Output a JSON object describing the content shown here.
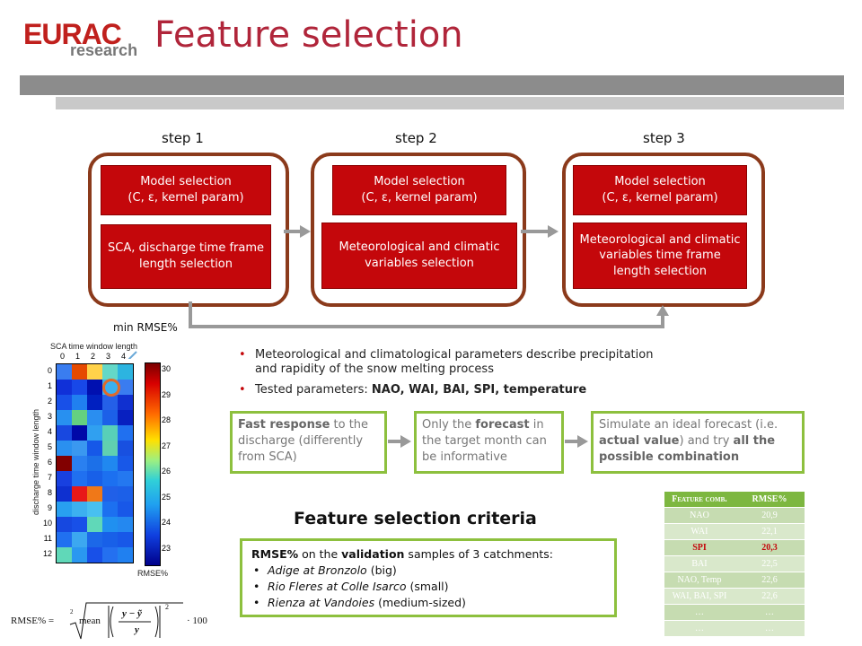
{
  "header": {
    "logo_main": "EURAC",
    "logo_sub": "research",
    "title": "Feature selection"
  },
  "steps": [
    {
      "label": "step 1",
      "model": "Model selection\n(C, ε, kernel param)",
      "feature": "SCA, discharge time frame length selection"
    },
    {
      "label": "step 2",
      "model": "Model selection\n(C, ε, kernel param)",
      "feature": "Meteorological and climatic variables selection"
    },
    {
      "label": "step 3",
      "model": "Model selection\n(C, ε, kernel param)",
      "feature": "Meteorological and climatic variables time frame length selection"
    }
  ],
  "min_label": "min RMSE%",
  "heatmap": {
    "title": "SCA time window length",
    "ylabel": "discharge time window length",
    "x_ticks": [
      "0",
      "1",
      "2",
      "3",
      "4"
    ],
    "y_ticks": [
      "0",
      "1",
      "2",
      "3",
      "4",
      "5",
      "6",
      "7",
      "8",
      "9",
      "10",
      "11",
      "12"
    ],
    "colorbar_ticks": [
      "30",
      "29",
      "28",
      "27",
      "26",
      "25",
      "24",
      "23"
    ],
    "colorbar_label": "RMSE%",
    "colors": {
      "low": "#0000b8",
      "mid": "#26b8f0",
      "high": "#b80000"
    },
    "cells": [
      [
        "#3a7df0",
        "#e64a00",
        "#ffd24a",
        "#64d8c8",
        "#2cb4e0"
      ],
      [
        "#1030d8",
        "#1848e8",
        "#0010b0",
        "#3ab0f0",
        "#3a7cf0"
      ],
      [
        "#1850e8",
        "#2080f0",
        "#0020c0",
        "#2460e8",
        "#1030d0"
      ],
      [
        "#2890f0",
        "#64d080",
        "#2a8ef0",
        "#1c60e8",
        "#0820c0"
      ],
      [
        "#1848e0",
        "#0008a8",
        "#30a0f0",
        "#58d0b8",
        "#2070f0"
      ],
      [
        "#2a90f0",
        "#3a98f0",
        "#1658e8",
        "#60d0b0",
        "#1850e0"
      ],
      [
        "#820000",
        "#2a80f0",
        "#1c70e8",
        "#2088f0",
        "#1858e8"
      ],
      [
        "#1840e0",
        "#2070f0",
        "#1860e8",
        "#1c70f0",
        "#2478f0"
      ],
      [
        "#0e30d0",
        "#e81818",
        "#f07818",
        "#2060e8",
        "#1c60e8"
      ],
      [
        "#28a0f0",
        "#3cb0f0",
        "#48c0f0",
        "#1c70f0",
        "#1858e8"
      ],
      [
        "#1648e0",
        "#1850e8",
        "#60d8b8",
        "#2090f0",
        "#2488f0"
      ],
      [
        "#2070f0",
        "#3ca8f0",
        "#1c68e8",
        "#1860e8",
        "#1858e8"
      ],
      [
        "#60d8b8",
        "#2a98f0",
        "#1850e8",
        "#2470f0",
        "#2080f0"
      ]
    ],
    "marked_cell": "row 1, col 3"
  },
  "bullets": [
    {
      "text": "Meteorological and climatological parameters describe precipitation and rapidity of the snow melting process"
    },
    {
      "prefix": "Tested parameters: ",
      "bold": "NAO, WAI, BAI, SPI, temperature"
    }
  ],
  "green_boxes": [
    {
      "bold": "Fast response",
      "rest": " to the discharge (differently from SCA)"
    },
    {
      "pre": "Only the ",
      "bold": "forecast",
      "rest": " in the target month can be informative"
    },
    {
      "pre": "Simulate an ideal forecast (i.e. ",
      "bold": "actual value",
      "mid": ") and try ",
      "bold2": "all the possible combination"
    }
  ],
  "criteria": {
    "title": "Feature selection criteria",
    "intro_bold1": "RMSE%",
    "intro_mid": " on the ",
    "intro_bold2": "validation",
    "intro_rest": " samples of 3 catchments:",
    "items": [
      {
        "italic": "Adige at Bronzolo",
        "rest": " (big)"
      },
      {
        "italic": "Rio Fleres at Colle Isarco",
        "rest": " (small)"
      },
      {
        "italic": "Rienza at Vandoies",
        "rest": " (medium-sized)"
      }
    ]
  },
  "table": {
    "headers": [
      "Feature comb.",
      "RMSE%"
    ],
    "rows": [
      [
        "NAO",
        "20,9"
      ],
      [
        "WAI",
        "22,1"
      ],
      [
        "SPI",
        "20,3"
      ],
      [
        "BAI",
        "22,5"
      ],
      [
        "NAO, Temp",
        "22,6"
      ],
      [
        "WAI, BAI, SPI",
        "22,6"
      ],
      [
        "…",
        "…"
      ],
      [
        "…",
        "…"
      ]
    ],
    "highlight_row": "SPI"
  },
  "formula": {
    "lhs": "RMSE% =",
    "root_index": "2",
    "func": "mean",
    "numerator": "y − ỹ",
    "denominator": "y",
    "power": "2",
    "tail": "· 100"
  }
}
